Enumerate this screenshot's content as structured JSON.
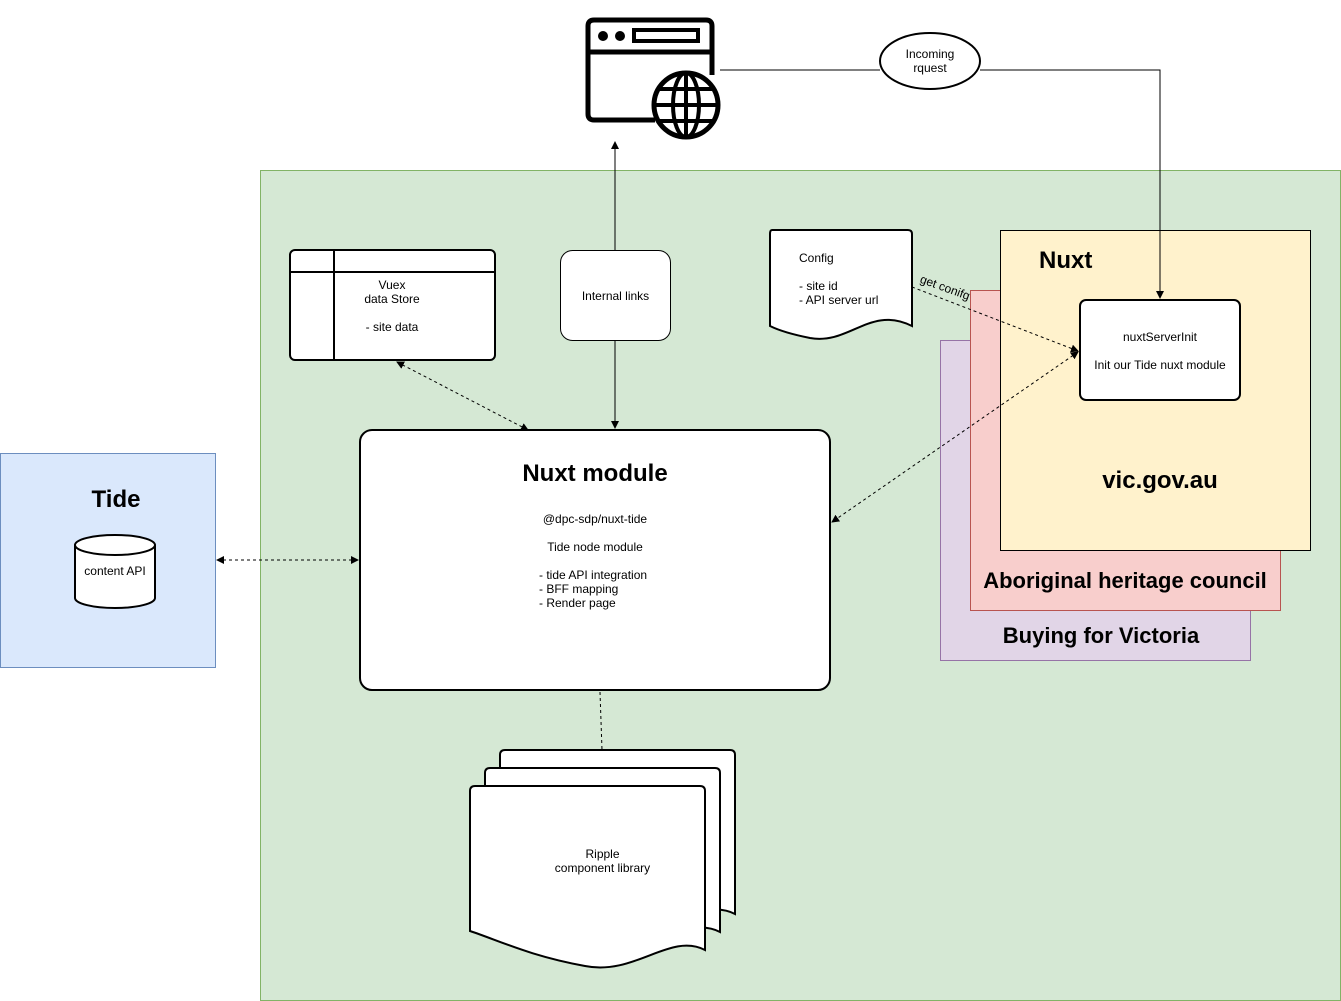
{
  "nodes": {
    "tide": {
      "title": "Tide",
      "db_label": "content API"
    },
    "vuex": {
      "line1": "Vuex",
      "line2": "data Store",
      "line3": "- site data"
    },
    "internal_links": {
      "label": "Internal links"
    },
    "config": {
      "title": "Config",
      "line1": "- site id",
      "line2": "- API server url"
    },
    "incoming": {
      "line1": "Incoming",
      "line2": "rquest"
    },
    "nuxt_module": {
      "title": "Nuxt module",
      "pkg": "@dpc-sdp/nuxt-tide",
      "desc": "Tide node module",
      "item1": "- tide API integration",
      "item2": "- BFF mapping",
      "item3": "- Render page"
    },
    "nuxt_sites": {
      "nuxt_title": "Nuxt",
      "site1": "vic.gov.au",
      "site2": "Aboriginal heritage council",
      "site3": "Buying for Victoria"
    },
    "server_init": {
      "line1": "nuxtServerInit",
      "line2": "Init our Tide nuxt module"
    },
    "ripple": {
      "line1": "Ripple",
      "line2": "component library"
    }
  },
  "edges": {
    "get_config": "get conifg"
  },
  "icons": {
    "browser": "browser-globe-icon",
    "database": "database-icon"
  },
  "colors": {
    "container_fill": "#d5e8d4",
    "container_stroke": "#82b366",
    "tide_fill": "#dae8fc",
    "tide_stroke": "#6c8ebf",
    "nuxt_fill": "#fff2cc",
    "aboriginal_fill": "#f8cecc",
    "aboriginal_stroke": "#b85450",
    "buying_fill": "#e1d5e7",
    "buying_stroke": "#9673a6"
  }
}
